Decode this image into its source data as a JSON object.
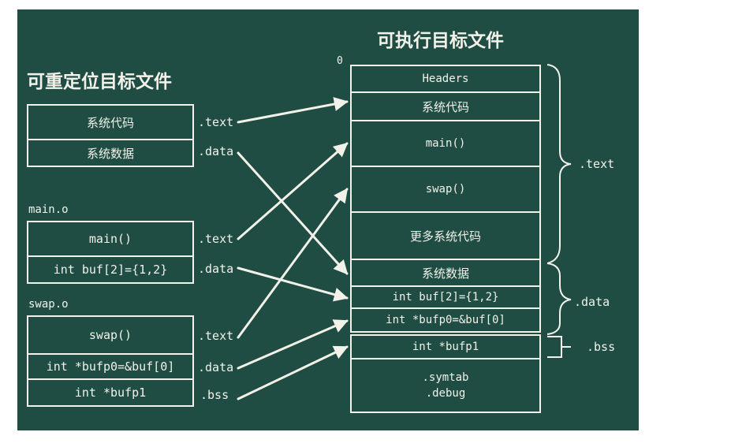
{
  "titles": {
    "relocatable": "可重定位目标文件",
    "executable": "可执行目标文件",
    "zero": "0"
  },
  "left": {
    "system": {
      "code": "系统代码",
      "data": "系统数据"
    },
    "main_o": {
      "name": "main.o",
      "text": "main()",
      "data": "int buf[2]={1,2}"
    },
    "swap_o": {
      "name": "swap.o",
      "text": "swap()",
      "data": "int *bufp0=&buf[0]",
      "bss": "int *bufp1"
    }
  },
  "section_labels": {
    "text": ".text",
    "data": ".data",
    "bss": ".bss"
  },
  "right": {
    "headers": "Headers",
    "sys_code": "系统代码",
    "main": "main()",
    "swap": "swap()",
    "more_code": "更多系统代码",
    "sys_data": "系统数据",
    "buf": "int buf[2]={1,2}",
    "bufp0": "int *bufp0=&buf[0]",
    "bufp1": "int *bufp1",
    "symtab": ".symtab",
    "debug": ".debug"
  },
  "brace_labels": {
    "text": ".text",
    "data": ".data",
    "bss": ".bss"
  },
  "colors": {
    "board": "#1f4d43",
    "chalk": "#f2f2ea",
    "page": "#ffffff"
  }
}
